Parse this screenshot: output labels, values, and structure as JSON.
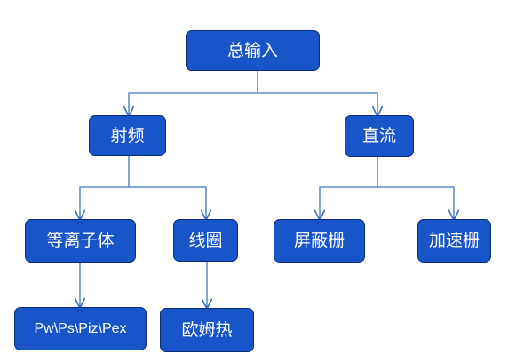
{
  "diagram": {
    "type": "tree",
    "colors": {
      "node_fill": "#1755c9",
      "node_border": "#0b2f7a",
      "node_text": "#ffffff",
      "connector": "#3d74c4",
      "background": "#ffffff"
    },
    "root": {
      "label": "总输入",
      "children": [
        {
          "label": "射频",
          "children": [
            {
              "label": "等离子体",
              "children": [
                {
                  "label": "Pw\\Ps\\Piz\\Pex"
                }
              ]
            },
            {
              "label": "线圈",
              "children": [
                {
                  "label": "欧姆热"
                }
              ]
            }
          ]
        },
        {
          "label": "直流",
          "children": [
            {
              "label": "屏蔽栅"
            },
            {
              "label": "加速栅"
            }
          ]
        }
      ]
    }
  }
}
